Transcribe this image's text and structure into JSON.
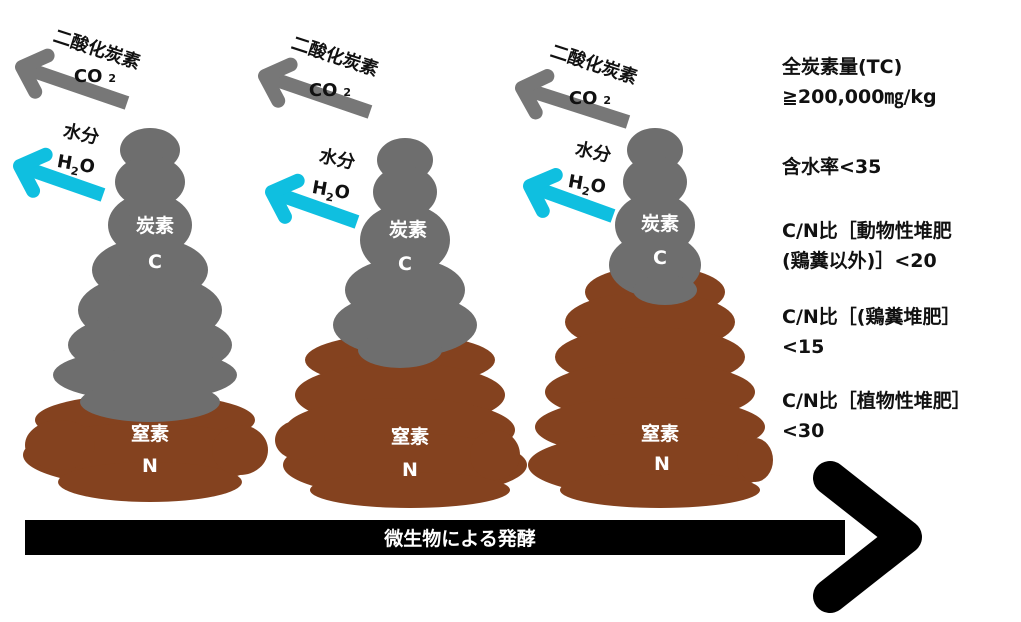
{
  "colors": {
    "carbon": "#6e6e6e",
    "nitrogen": "#84421f",
    "co2_arrow": "#777777",
    "water_arrow": "#0fbfe0",
    "process_arrow": "#000000"
  },
  "gas": {
    "co2_label": "二酸化炭素",
    "co2_formula": "CO",
    "co2_sub": "2",
    "water_label": "水分",
    "water_h": "H",
    "water_sub": "2",
    "water_o": "O"
  },
  "pile": {
    "carbon_label": "炭素",
    "carbon_symbol": "C",
    "nitrogen_label": "窒素",
    "nitrogen_symbol": "N"
  },
  "process_label": "微生物による発酵",
  "criteria": [
    {
      "line1": "全炭素量(TC)",
      "line2": "≧200,000㎎/kg"
    },
    {
      "line1": "含水率<35",
      "line2": ""
    },
    {
      "line1": "C/N比［動物性堆肥",
      "line2": "(鶏糞以外)］<20"
    },
    {
      "line1": "C/N比［(鶏糞堆肥］",
      "line2": "<15"
    },
    {
      "line1": "C/N比［植物性堆肥］",
      "line2": "<30"
    }
  ]
}
